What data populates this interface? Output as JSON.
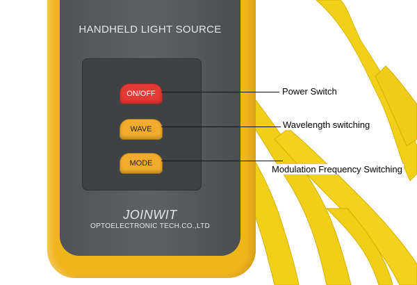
{
  "device": {
    "title": "HANDHELD LIGHT SOURCE",
    "brand": "JOINWIT",
    "company": "OPTOELECTRONIC TECH.CO.,LTD"
  },
  "buttons": [
    {
      "label": "ON/OFF"
    },
    {
      "label": "WAVE"
    },
    {
      "label": "MODE"
    }
  ],
  "callouts": [
    {
      "label": "Power Switch"
    },
    {
      "label": "Wavelength switching"
    },
    {
      "label": "Modulation Frequency Switching"
    }
  ],
  "colors": {
    "body_yellow": "#f1b51c",
    "face_gray": "#585c5e",
    "power_red": "#e43a36",
    "button_orange": "#f2ac2d",
    "strap_yellow": "#f2d21c"
  }
}
